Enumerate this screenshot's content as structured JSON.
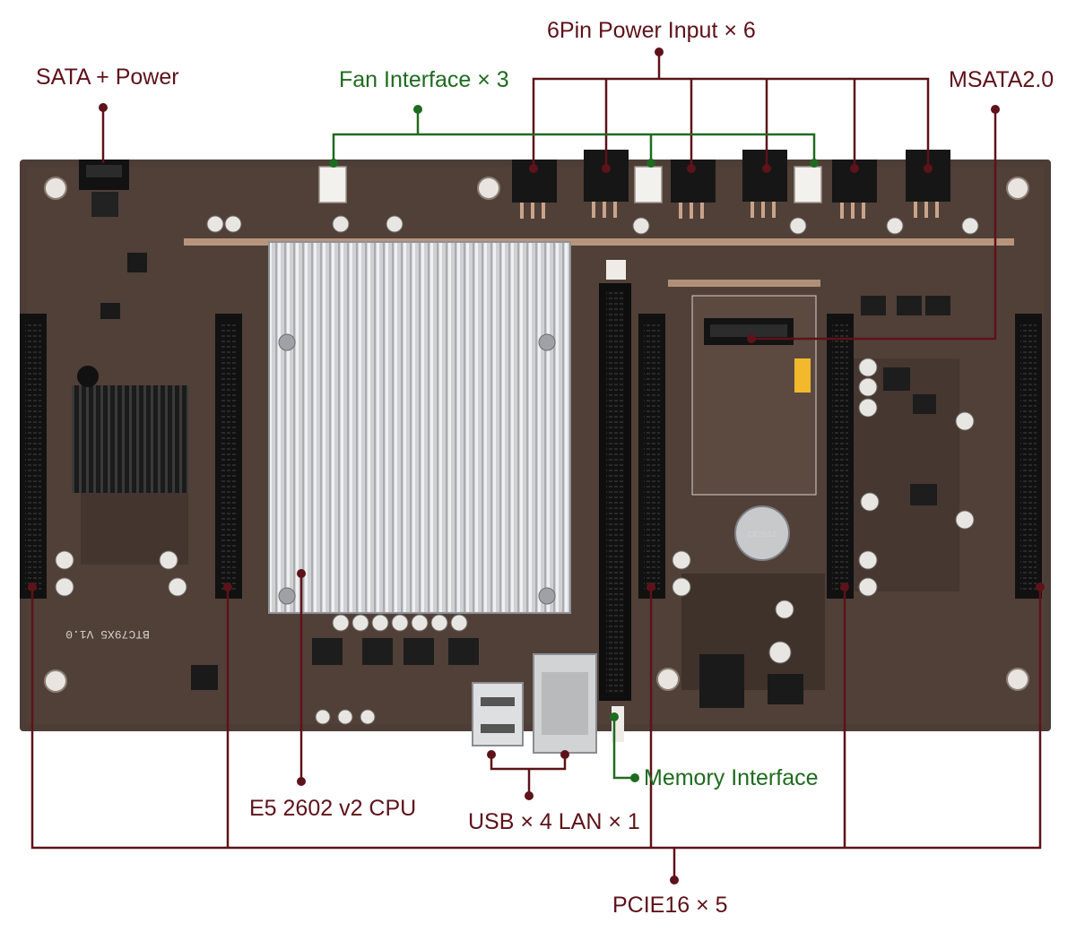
{
  "callouts": {
    "power_input": "6Pin Power Input × 6",
    "sata_power": "SATA + Power",
    "fan_interface": "Fan Interface × 3",
    "msata": "MSATA2.0",
    "memory_interface": "Memory Interface",
    "cpu": "E5 2602 v2 CPU",
    "usb_lan": "USB × 4  LAN × 1",
    "pcie": "PCIE16 × 5"
  },
  "board": {
    "model_silk": "BTC79X5 V1.0",
    "battery_silk": "CR2032"
  },
  "colors": {
    "callout_red": "#5e1219",
    "callout_green": "#1f6b1f",
    "pcb": "#4a3b34",
    "heatsink": "#c9cbcd",
    "slot": "#141414"
  }
}
